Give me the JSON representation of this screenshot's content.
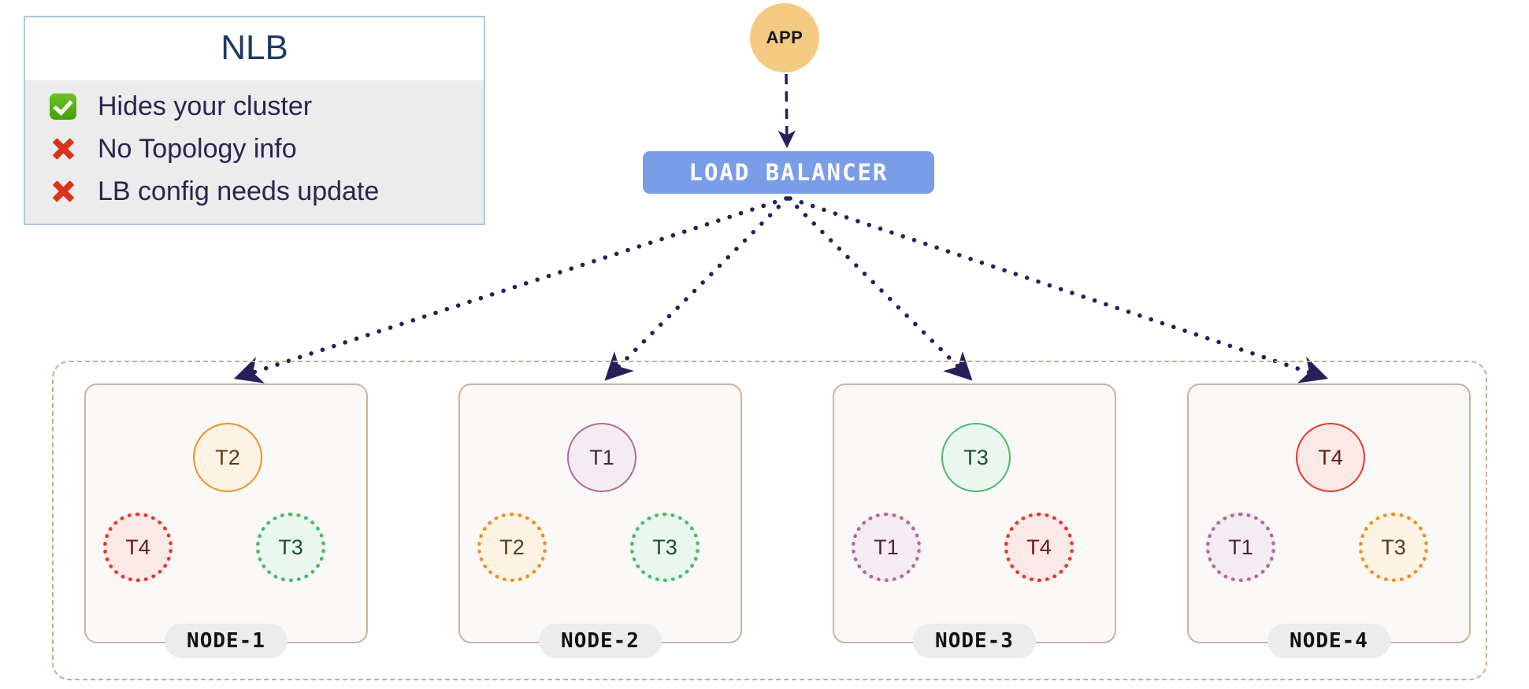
{
  "legend": {
    "title": "NLB",
    "items": [
      {
        "mark": "check-icon",
        "text": "Hides your cluster"
      },
      {
        "mark": "cross-icon",
        "text": "No Topology info"
      },
      {
        "mark": "cross-icon",
        "text": "LB config needs update"
      }
    ]
  },
  "app": {
    "label": "APP"
  },
  "load_balancer": {
    "label": "LOAD  BALANCER"
  },
  "nodes": [
    {
      "label": "NODE-1",
      "primary": {
        "label": "T2",
        "theme": "orange"
      },
      "replicas": [
        {
          "label": "T4",
          "theme": "red"
        },
        {
          "label": "T3",
          "theme": "green"
        }
      ]
    },
    {
      "label": "NODE-2",
      "primary": {
        "label": "T1",
        "theme": "purple"
      },
      "replicas": [
        {
          "label": "T2",
          "theme": "orange"
        },
        {
          "label": "T3",
          "theme": "green"
        }
      ]
    },
    {
      "label": "NODE-3",
      "primary": {
        "label": "T3",
        "theme": "green"
      },
      "replicas": [
        {
          "label": "T1",
          "theme": "purple"
        },
        {
          "label": "T4",
          "theme": "red"
        }
      ]
    },
    {
      "label": "NODE-4",
      "primary": {
        "label": "T4",
        "theme": "red"
      },
      "replicas": [
        {
          "label": "T1",
          "theme": "purple"
        },
        {
          "label": "T3",
          "theme": "orange"
        }
      ]
    }
  ],
  "colors": {
    "app_fill": "#f5ca82",
    "lb_fill": "#7b9de8",
    "edge": "#25215a",
    "cluster_border": "#c9ab92",
    "node_border": "#c9b2a2",
    "node_fill": "#fbf9f7",
    "legend_border": "#aec6e0",
    "legend_body": "#ececec",
    "legend_title_text": "#1f3a63",
    "theme_orange": "#ef9122",
    "theme_purple": "#b5699a",
    "theme_green": "#4cb96b",
    "theme_red": "#e8372c"
  }
}
